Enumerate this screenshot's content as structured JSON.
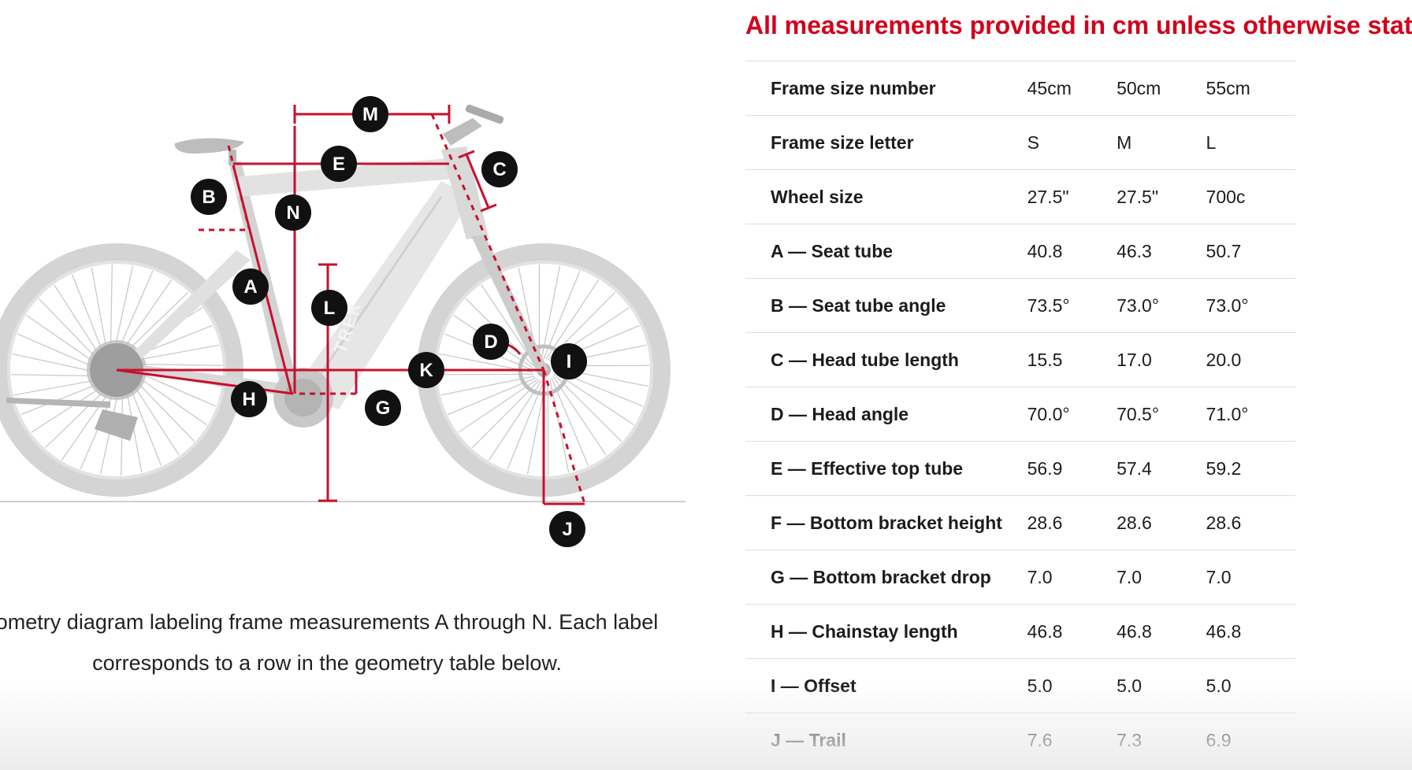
{
  "notice": "All measurements provided in cm unless otherwise stated.",
  "diagram": {
    "brand_text": "TREK",
    "markers": [
      "A",
      "B",
      "C",
      "D",
      "E",
      "G",
      "H",
      "I",
      "J",
      "K",
      "L",
      "M",
      "N"
    ],
    "colors": {
      "measure": "#c8102e",
      "marker": "#111111",
      "bike": "#cfcfcf"
    }
  },
  "caption": {
    "line1": "ometry diagram labeling frame measurements A through N. Each label",
    "line2": "corresponds to a row in the geometry table below."
  },
  "table": {
    "rows": [
      {
        "label": "Frame size number",
        "values": [
          "45cm",
          "50cm",
          "55cm"
        ]
      },
      {
        "label": "Frame size letter",
        "values": [
          "S",
          "M",
          "L"
        ]
      },
      {
        "label": "Wheel size",
        "values": [
          "27.5\"",
          "27.5\"",
          "700c"
        ]
      },
      {
        "label": "A — Seat tube",
        "values": [
          "40.8",
          "46.3",
          "50.7"
        ]
      },
      {
        "label": "B — Seat tube angle",
        "values": [
          "73.5°",
          "73.0°",
          "73.0°"
        ]
      },
      {
        "label": "C — Head tube length",
        "values": [
          "15.5",
          "17.0",
          "20.0"
        ]
      },
      {
        "label": "D — Head angle",
        "values": [
          "70.0°",
          "70.5°",
          "71.0°"
        ]
      },
      {
        "label": "E — Effective top tube",
        "values": [
          "56.9",
          "57.4",
          "59.2"
        ]
      },
      {
        "label": "F — Bottom bracket height",
        "values": [
          "28.6",
          "28.6",
          "28.6"
        ]
      },
      {
        "label": "G — Bottom bracket drop",
        "values": [
          "7.0",
          "7.0",
          "7.0"
        ]
      },
      {
        "label": "H — Chainstay length",
        "values": [
          "46.8",
          "46.8",
          "46.8"
        ]
      },
      {
        "label": "I — Offset",
        "values": [
          "5.0",
          "5.0",
          "5.0"
        ]
      },
      {
        "label": "J — Trail",
        "values": [
          "7.6",
          "7.3",
          "6.9"
        ]
      }
    ]
  }
}
